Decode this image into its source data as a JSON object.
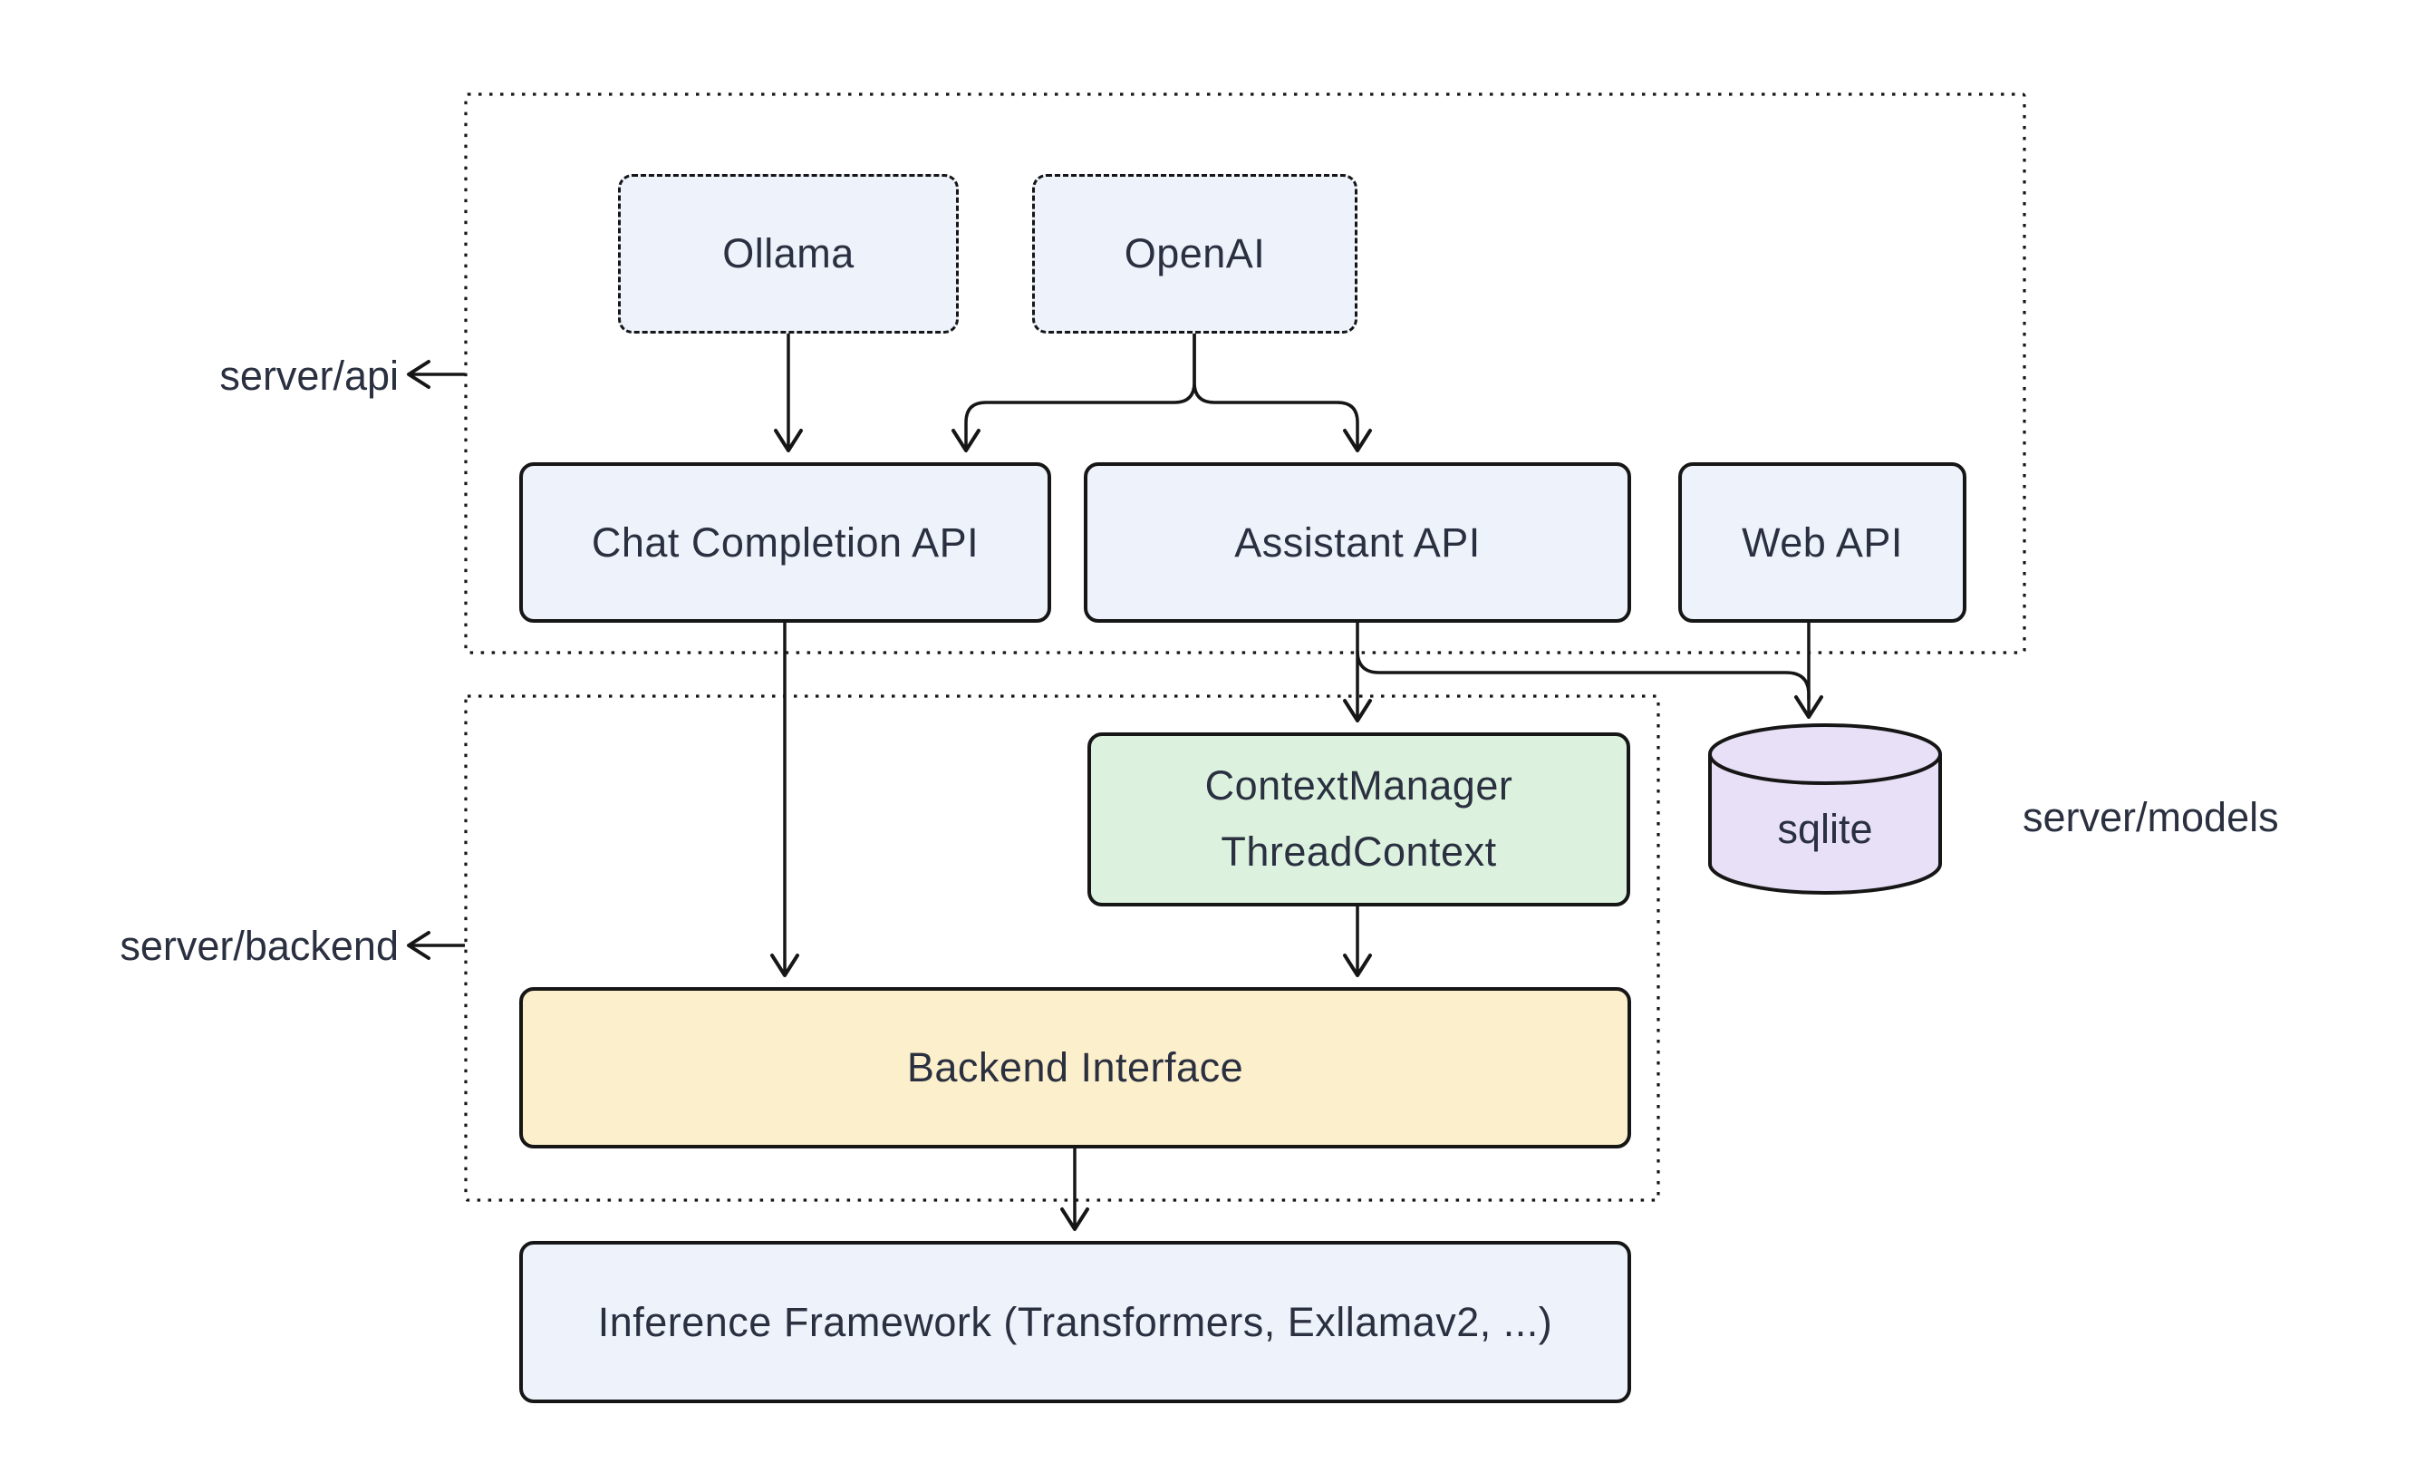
{
  "sections": {
    "api": {
      "label": "server/api"
    },
    "backend": {
      "label": "server/backend"
    },
    "models": {
      "label": "server/models"
    }
  },
  "nodes": {
    "ollama": {
      "label": "Ollama"
    },
    "openai": {
      "label": "OpenAI"
    },
    "chat_completion_api": {
      "label": "Chat Completion API"
    },
    "assistant_api": {
      "label": "Assistant API"
    },
    "web_api": {
      "label": "Web API"
    },
    "context_manager": {
      "line1": "ContextManager",
      "line2": "ThreadContext"
    },
    "sqlite": {
      "label": "sqlite"
    },
    "backend_interface": {
      "label": "Backend Interface"
    },
    "inference_framework": {
      "label": "Inference Framework (Transformers, Exllamav2, ...)"
    }
  },
  "edges": [
    {
      "from": "Ollama",
      "to": "Chat Completion API"
    },
    {
      "from": "OpenAI",
      "to": "Chat Completion API"
    },
    {
      "from": "OpenAI",
      "to": "Assistant API"
    },
    {
      "from": "Chat Completion API",
      "to": "Backend Interface"
    },
    {
      "from": "Assistant API",
      "to": "ContextManager ThreadContext"
    },
    {
      "from": "Assistant API",
      "to": "sqlite"
    },
    {
      "from": "Web API",
      "to": "sqlite"
    },
    {
      "from": "ContextManager ThreadContext",
      "to": "Backend Interface"
    },
    {
      "from": "Backend Interface",
      "to": "Inference Framework (Transformers, Exllamav2, ...)"
    }
  ],
  "colors": {
    "background": "#FFFFFF",
    "node_blue": "#EDF2FB",
    "node_green": "#DCF2DE",
    "node_yellow": "#FCEFCB",
    "node_purple": "#E8E0F7",
    "stroke": "#161616",
    "text": "#2A3040"
  }
}
